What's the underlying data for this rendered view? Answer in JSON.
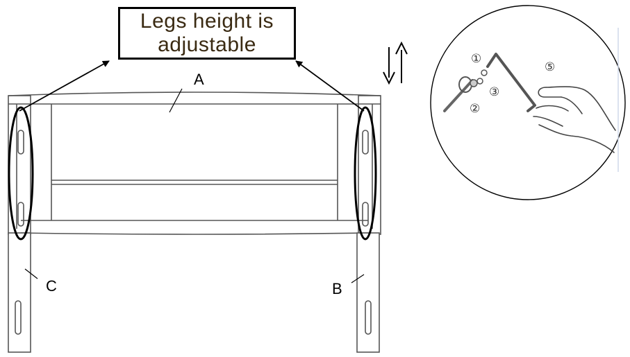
{
  "callout": {
    "line1": "Legs height is",
    "line2": "adjustable"
  },
  "labels": {
    "a": "A",
    "b": "B",
    "c": "C"
  },
  "detail": {
    "part1": "①",
    "part2": "②",
    "part3": "③",
    "part5": "⑤"
  },
  "direction_arrows": "↓↑"
}
